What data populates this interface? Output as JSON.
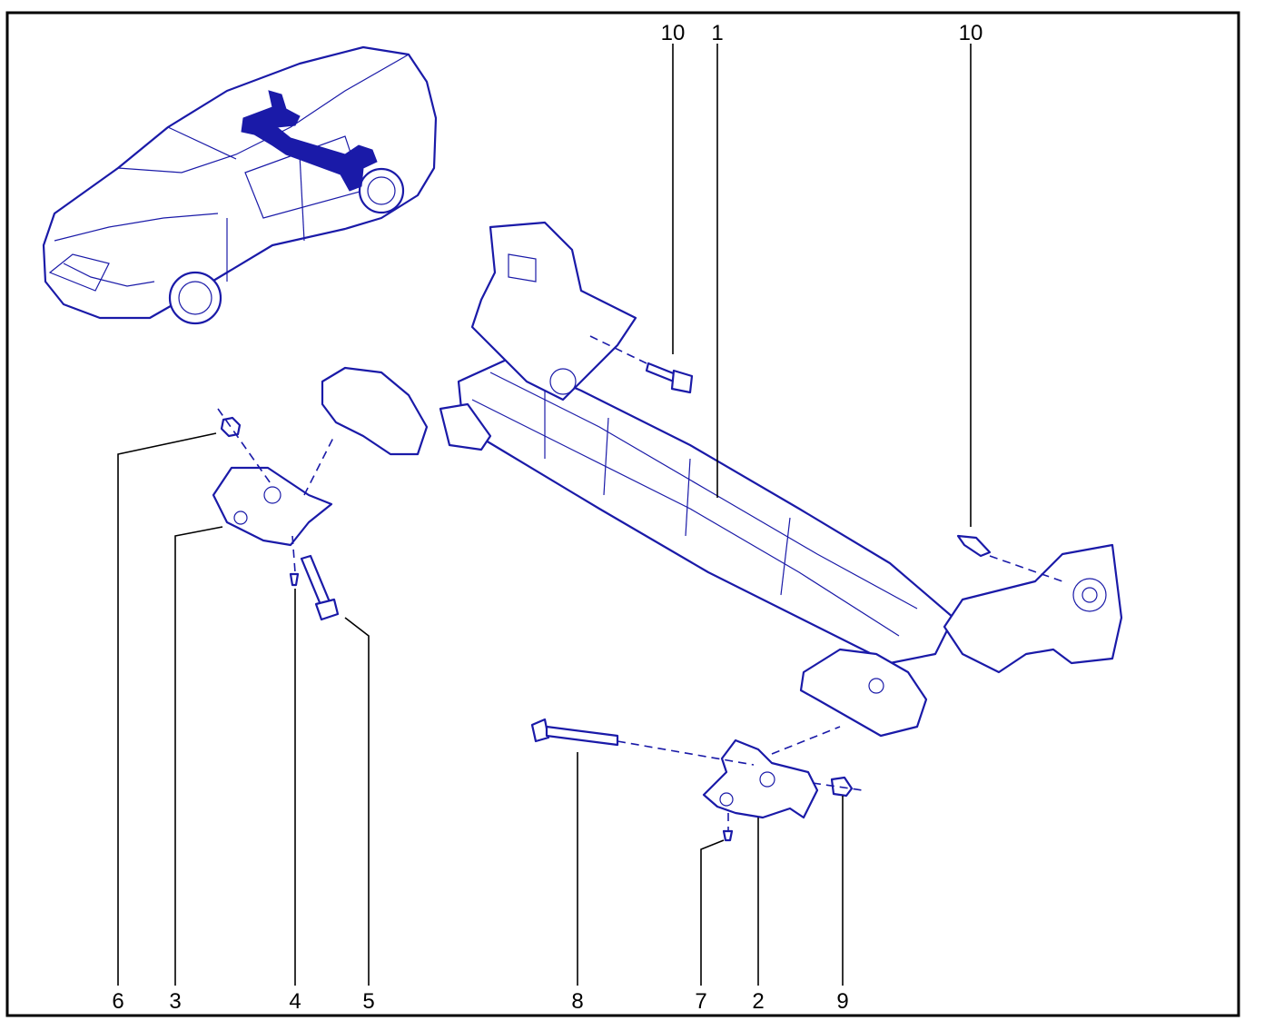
{
  "diagram": {
    "line_color": "#1a1aa8",
    "callout_color": "#000000",
    "callouts": [
      {
        "id": "label-10-left",
        "text": "10"
      },
      {
        "id": "label-1",
        "text": "1"
      },
      {
        "id": "label-10-right",
        "text": "10"
      },
      {
        "id": "label-6",
        "text": "6"
      },
      {
        "id": "label-3",
        "text": "3"
      },
      {
        "id": "label-4",
        "text": "4"
      },
      {
        "id": "label-5",
        "text": "5"
      },
      {
        "id": "label-8",
        "text": "8"
      },
      {
        "id": "label-7",
        "text": "7"
      },
      {
        "id": "label-2",
        "text": "2"
      },
      {
        "id": "label-9",
        "text": "9"
      }
    ]
  }
}
